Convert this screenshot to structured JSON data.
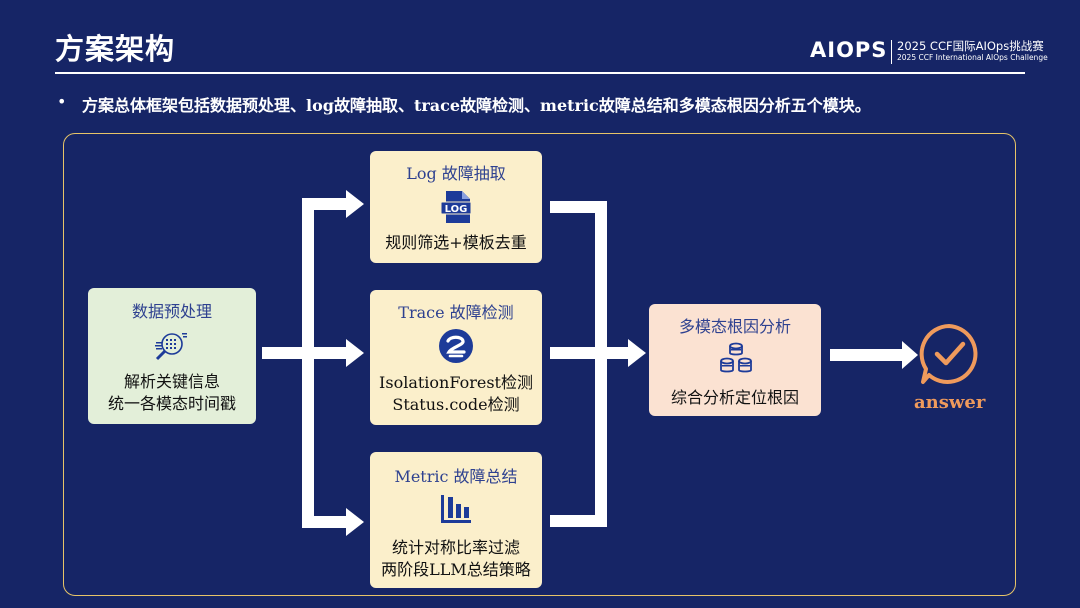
{
  "header": {
    "title": "方案架构",
    "logo_text": "AIOPS",
    "event_line1": "2025 CCF国际AIOps挑战赛",
    "event_line2": "2025 CCF International AIOps Challenge"
  },
  "bullet": "方案总体框架包括数据预处理、log故障抽取、trace故障检测、metric故障总结和多模态根因分析五个模块。",
  "diagram": {
    "preprocess": {
      "title": "数据预处理",
      "line1": "解析关键信息",
      "line2": "统一各模态时间戳",
      "icon": "magnifier-data-icon"
    },
    "log": {
      "title": "Log 故障抽取",
      "line1": "规则筛选+模板去重",
      "icon": "log-file-icon"
    },
    "trace": {
      "title": "Trace 故障检测",
      "line1": "IsolationForest检测",
      "line2": "Status.code检测",
      "icon": "trace-logo-icon"
    },
    "metric": {
      "title": "Metric 故障总结",
      "line1": "统计对称比率过滤",
      "line2": "两阶段LLM总结策略",
      "icon": "bar-chart-icon"
    },
    "rca": {
      "title": "多模态根因分析",
      "line1": "综合分析定位根因",
      "icon": "database-stack-icon"
    },
    "answer": {
      "label": "answer",
      "icon": "check-chat-icon"
    }
  },
  "colors": {
    "background": "#162566",
    "frame_border": "#e6c468",
    "green_box": "#e3efd9",
    "yellow_box": "#fbefcb",
    "peach_box": "#fbe2d2",
    "answer_accent": "#ef9a5c",
    "icon_blue": "#1d3b99"
  }
}
